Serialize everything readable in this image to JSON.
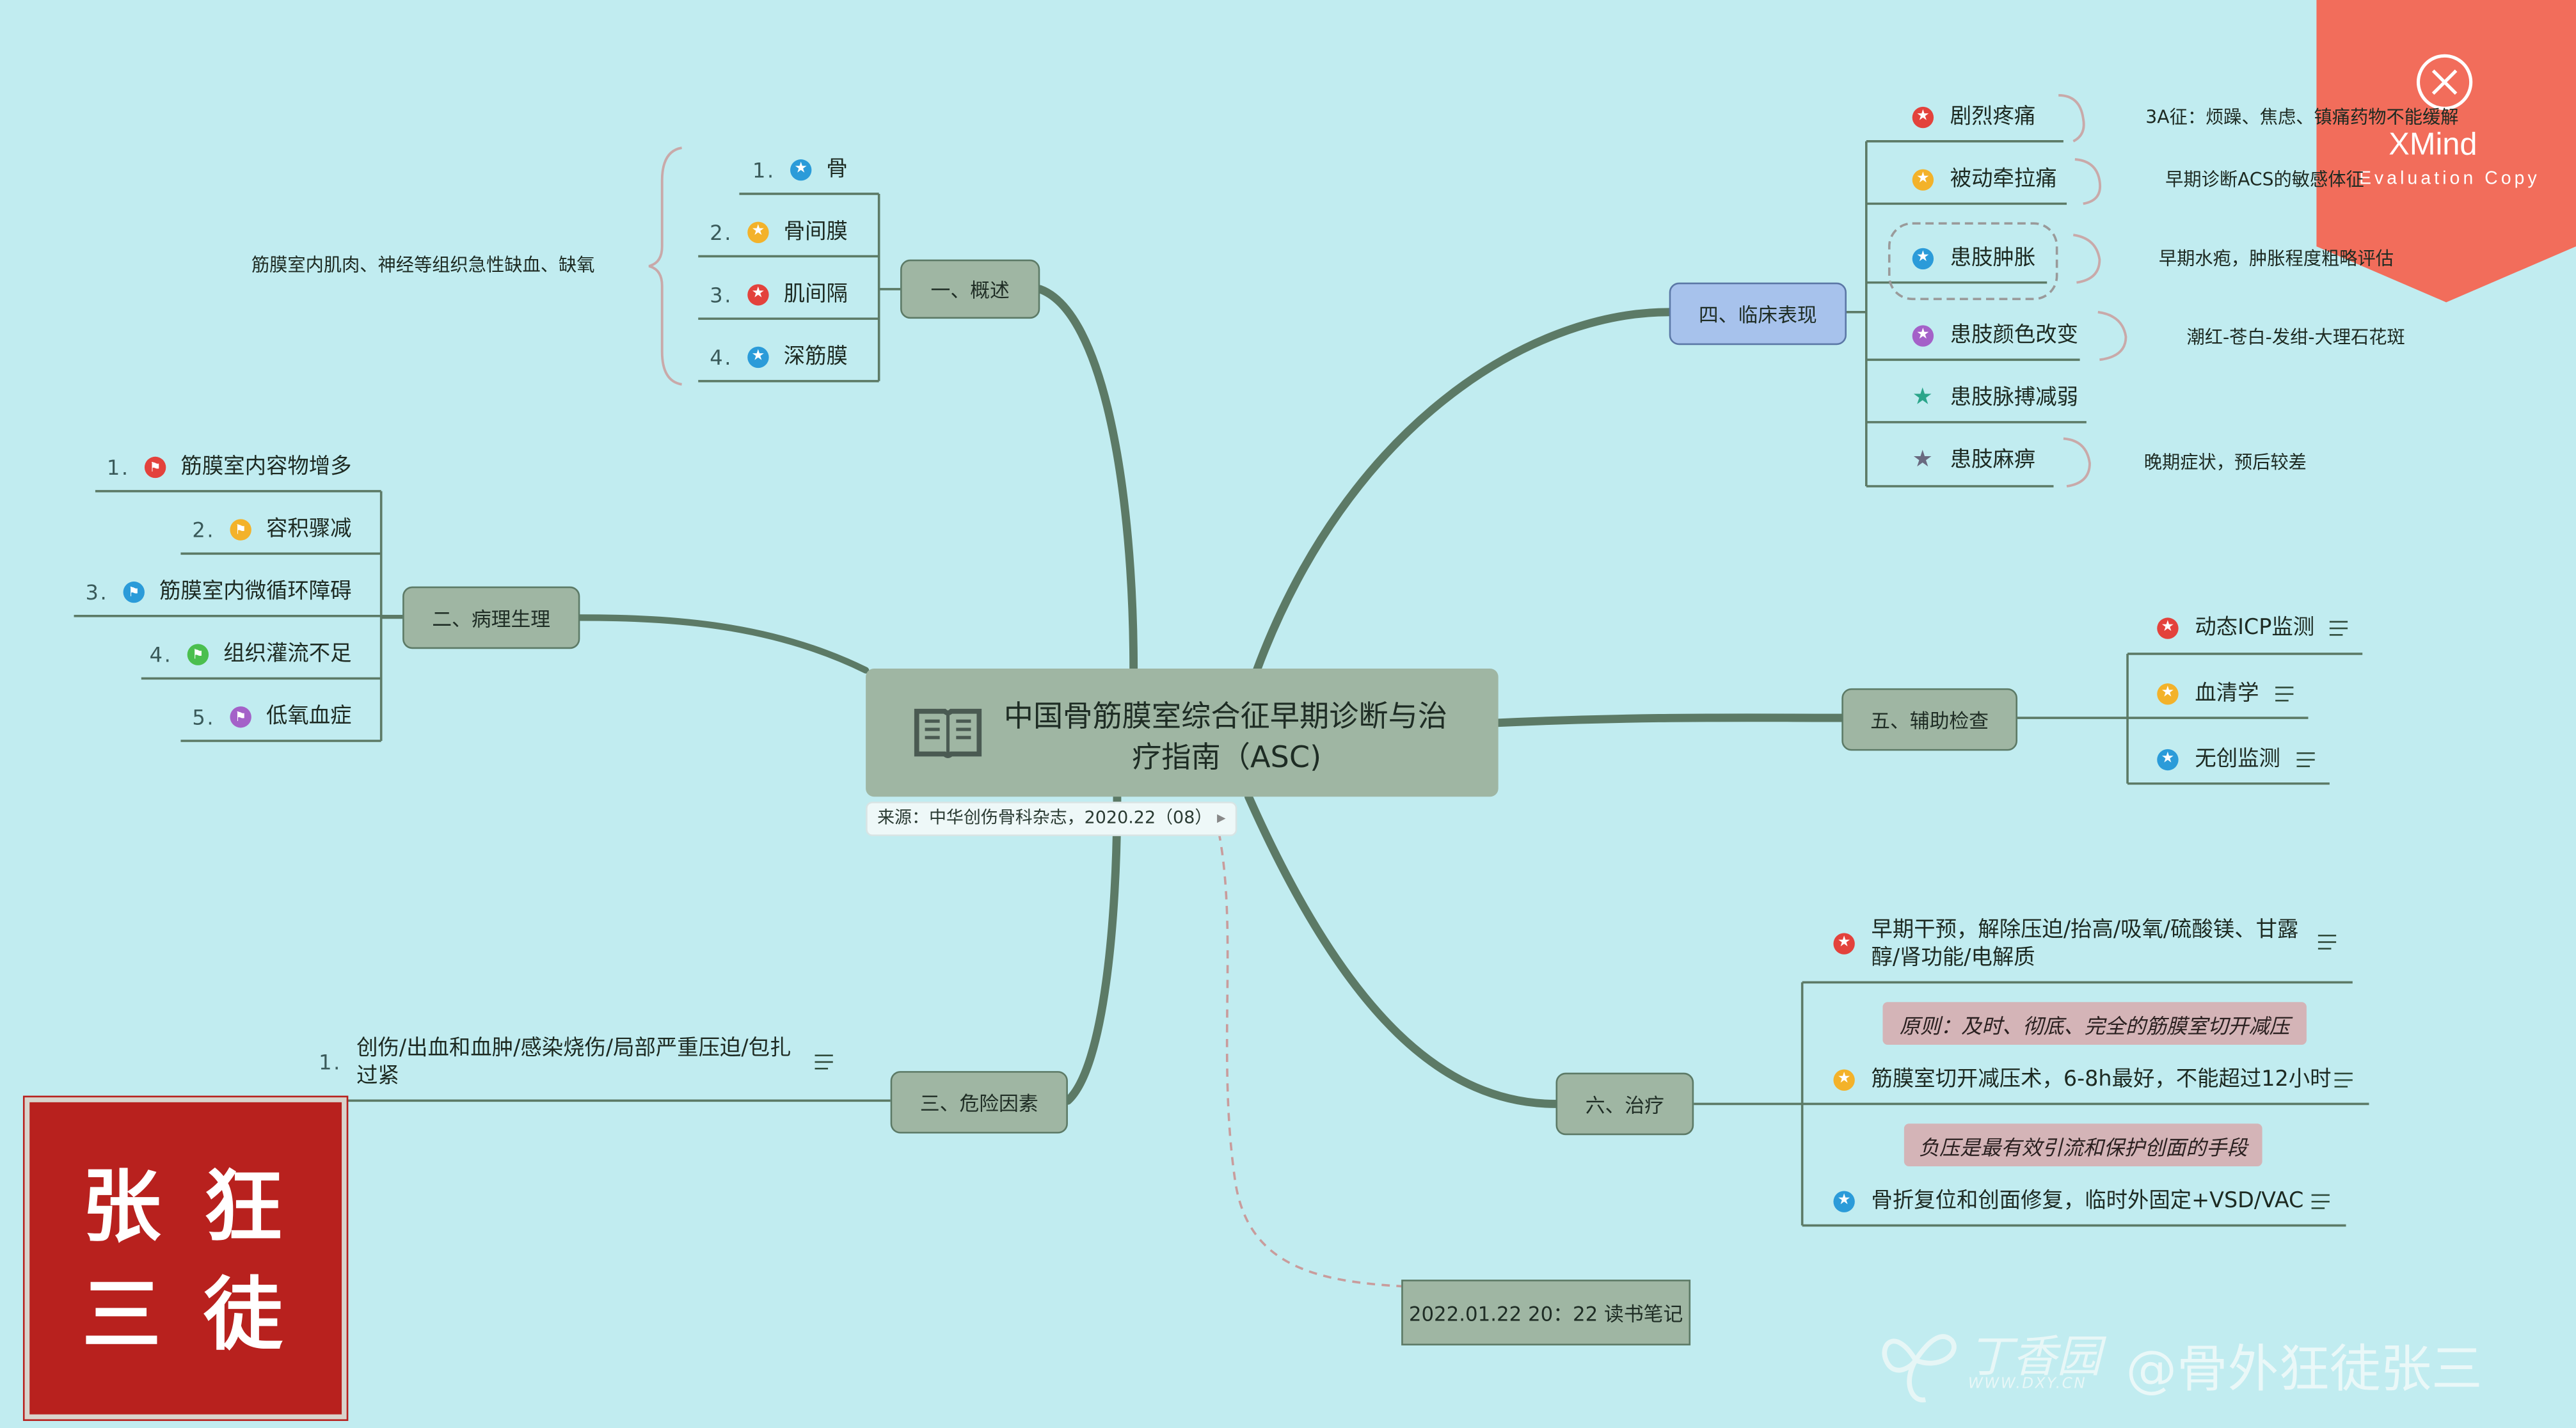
{
  "central": {
    "title_line1": "中国骨筋膜室综合征早期诊断与治",
    "title_line2": "疗指南（ASC)",
    "source_label": "来源：中华创伤骨科杂志，2020.22（08）",
    "icon": "book-icon"
  },
  "branch1": {
    "label": "一、概述",
    "note": "筋膜室内肌肉、神经等组织急性缺血、缺氧",
    "items": [
      {
        "num": "1.",
        "label": "骨",
        "icon": "blue"
      },
      {
        "num": "2.",
        "label": "骨间膜",
        "icon": "orange"
      },
      {
        "num": "3.",
        "label": "肌间隔",
        "icon": "red"
      },
      {
        "num": "4.",
        "label": "深筋膜",
        "icon": "blue"
      }
    ]
  },
  "branch2": {
    "label": "二、病理生理",
    "items": [
      {
        "num": "1.",
        "label": "筋膜室内容物增多",
        "icon": "red-flag-icon"
      },
      {
        "num": "2.",
        "label": "容积骤减",
        "icon": "orange-flag-icon"
      },
      {
        "num": "3.",
        "label": "筋膜室内微循环障碍",
        "icon": "blue-flag-icon"
      },
      {
        "num": "4.",
        "label": "组织灌流不足",
        "icon": "green-flag-icon"
      },
      {
        "num": "5.",
        "label": "低氧血症",
        "icon": "purple-flag-icon"
      }
    ]
  },
  "branch3": {
    "label": "三、危险因素",
    "items": [
      {
        "num": "1.",
        "label_line1": "创伤/出血和血肿/感染烧伤/局部严重压迫/包扎",
        "label_line2": "过紧"
      }
    ]
  },
  "branch4": {
    "label": "四、临床表现",
    "items": [
      {
        "label": "剧烈疼痛",
        "icon": "red",
        "note": "3A征：烦躁、焦虑、镇痛药物不能缓解"
      },
      {
        "label": "被动牵拉痛",
        "icon": "orange",
        "note": "早期诊断ACS的敏感体征"
      },
      {
        "label": "患肢肿胀",
        "icon": "blue",
        "note": "早期水疱，肿胀程度粗略评估"
      },
      {
        "label": "患肢颜色改变",
        "icon": "purple",
        "note": "潮红-苍白-发绀-大理石花斑"
      },
      {
        "label": "患肢脉搏减弱",
        "icon": "green-star-icon",
        "note": ""
      },
      {
        "label": "患肢麻痹",
        "icon": "gray-star-icon",
        "note": "晚期症状，预后较差"
      }
    ]
  },
  "branch5": {
    "label": "五、辅助检查",
    "items": [
      {
        "label": "动态ICP监测",
        "icon": "red"
      },
      {
        "label": "血清学",
        "icon": "orange"
      },
      {
        "label": "无创监测",
        "icon": "blue"
      }
    ]
  },
  "branch6": {
    "label": "六、治疗",
    "items": [
      {
        "label_line1": "早期干预，解除压迫/抬高/吸氧/硫酸镁、甘露",
        "label_line2": "醇/肾功能/电解质",
        "icon": "red"
      },
      {
        "label": "筋膜室切开减压术，6-8h最好，不能超过12小时",
        "icon": "orange"
      },
      {
        "label": "骨折复位和创面修复，临时外固定+VSD/VAC",
        "icon": "blue"
      }
    ],
    "callouts": [
      "原则：及时、彻底、完全的筋膜室切开减压",
      "负压是最有效引流和保护创面的手段"
    ]
  },
  "footer_note": "2022.01.22 20：22 读书笔记",
  "watermark": {
    "brand": "XMind",
    "sub": "Evaluation Copy",
    "site": "丁香园",
    "site_url": "WWW.DXY.CN",
    "handle": "@骨外狂徒张三"
  },
  "seal": {
    "chars": [
      "张",
      "狂",
      "三",
      "徒"
    ]
  },
  "colors": {
    "background": "#c1ecf0",
    "topic": "#9fb6a3",
    "connector": "#5c7a66",
    "watermark": "#f26d5b",
    "seal": "#b8211e"
  }
}
